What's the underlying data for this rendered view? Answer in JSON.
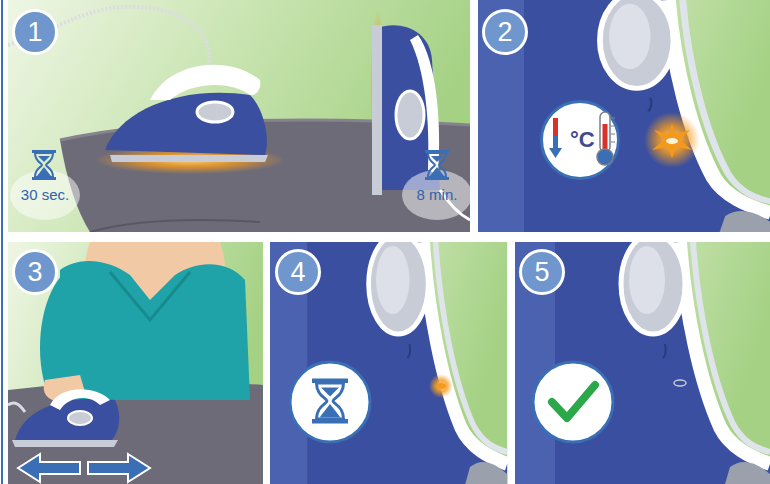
{
  "diagram": {
    "nodes": [
      {
        "text": [
          "1"
        ]
      },
      {
        "text": [
          "2"
        ]
      },
      {
        "text": [
          "°C"
        ]
      },
      {
        "text": [
          "3"
        ]
      },
      {
        "text": [
          "4"
        ]
      },
      {
        "text": [
          "5"
        ]
      }
    ],
    "labels": [
      "30 sec.",
      "8 min."
    ]
  }
}
